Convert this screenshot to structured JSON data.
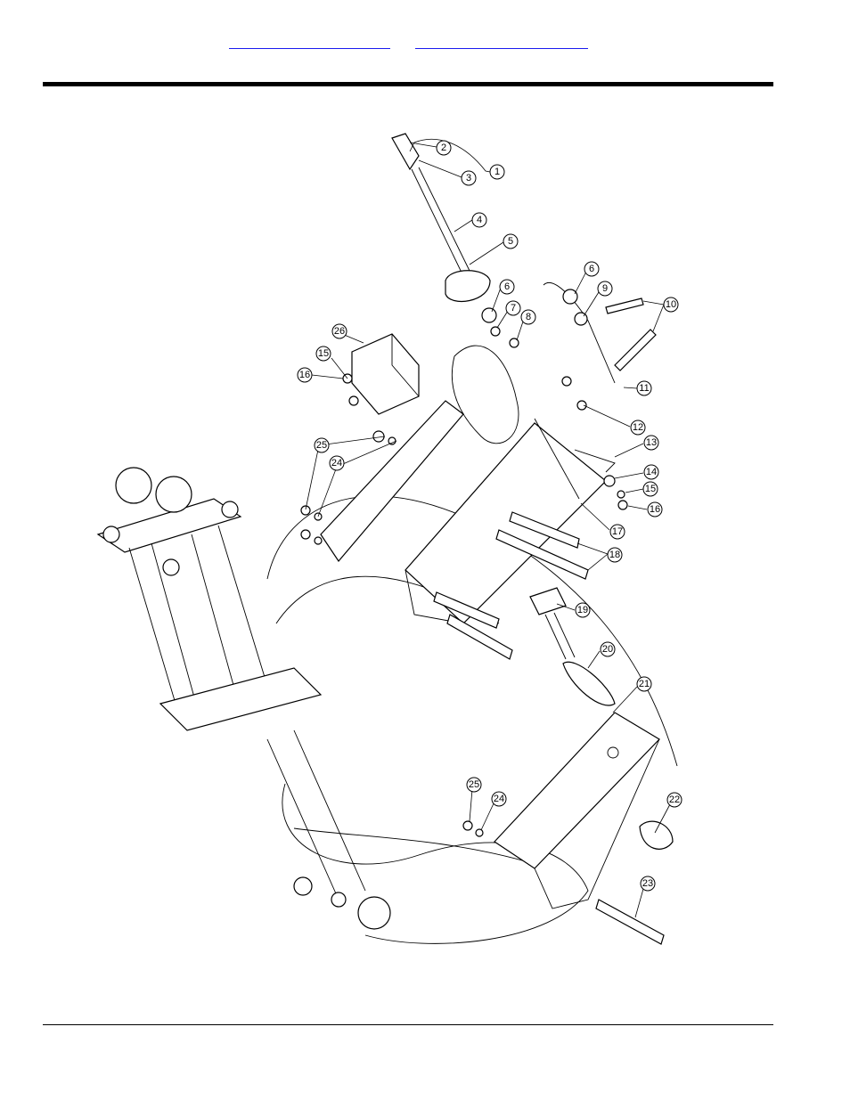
{
  "header": {
    "links": [
      {
        "label": ""
      },
      {
        "label": ""
      }
    ]
  },
  "diagram": {
    "callouts": [
      "1",
      "2",
      "3",
      "4",
      "5",
      "6",
      "6",
      "7",
      "8",
      "9",
      "10",
      "11",
      "12",
      "13",
      "14",
      "15",
      "15",
      "16",
      "16",
      "17",
      "18",
      "19",
      "20",
      "21",
      "22",
      "23",
      "24",
      "24",
      "25",
      "25",
      "26"
    ]
  }
}
